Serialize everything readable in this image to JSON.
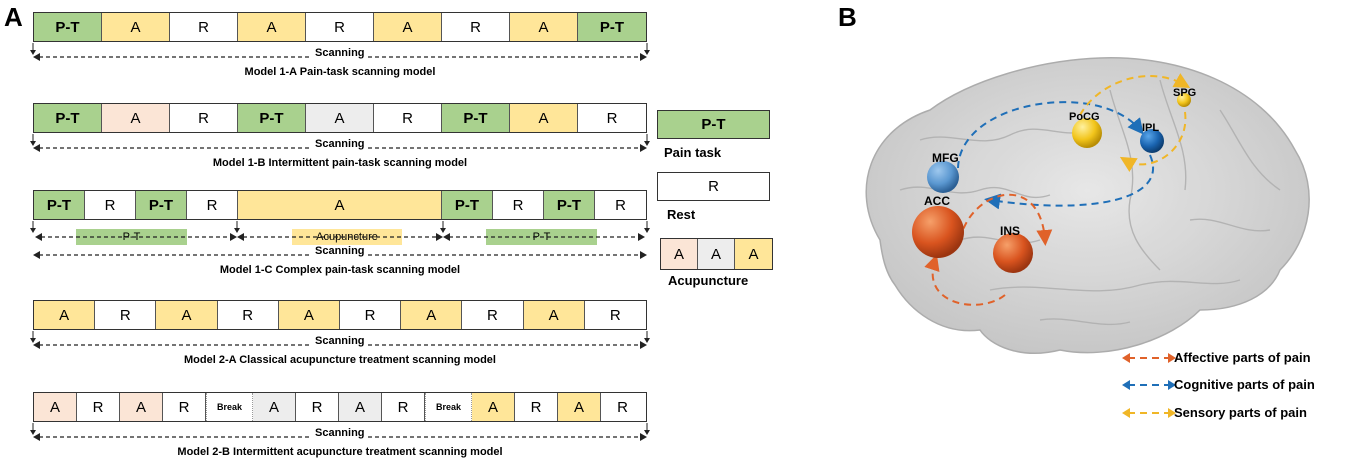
{
  "panel_a_label": "A",
  "panel_b_label": "B",
  "models": [
    {
      "caption": "Model 1-A Pain-task scanning model",
      "scan_label": "Scanning",
      "cells": [
        [
          "P-T",
          "pt"
        ],
        [
          "A",
          "a"
        ],
        [
          "R",
          "r"
        ],
        [
          "A",
          "a"
        ],
        [
          "R",
          "r"
        ],
        [
          "A",
          "a"
        ],
        [
          "R",
          "r"
        ],
        [
          "A",
          "a"
        ],
        [
          "P-T",
          "pt"
        ]
      ]
    },
    {
      "caption": "Model 1-B Intermittent pain-task scanning model",
      "scan_label": "Scanning",
      "cells": [
        [
          "P-T",
          "pt"
        ],
        [
          "A",
          "apink"
        ],
        [
          "R",
          "r"
        ],
        [
          "P-T",
          "pt"
        ],
        [
          "A",
          "agray"
        ],
        [
          "R",
          "r"
        ],
        [
          "P-T",
          "pt"
        ],
        [
          "A",
          "a"
        ],
        [
          "R",
          "r"
        ]
      ]
    },
    {
      "caption": "Model 1-C Complex pain-task scanning model",
      "scan_label": "Scanning",
      "cells_left": [
        [
          "P-T",
          "pt"
        ],
        [
          "R",
          "r"
        ],
        [
          "P-T",
          "pt"
        ],
        [
          "R",
          "r"
        ]
      ],
      "cell_mid": "A",
      "cells_right": [
        [
          "P-T",
          "pt"
        ],
        [
          "R",
          "r"
        ],
        [
          "P-T",
          "pt"
        ],
        [
          "R",
          "r"
        ]
      ],
      "bar_left": "P-T",
      "bar_mid": "Acupuncture",
      "bar_right": "P-T"
    },
    {
      "caption": "Model 2-A Classical acupuncture treatment scanning model",
      "scan_label": "Scanning",
      "cells": [
        [
          "A",
          "a"
        ],
        [
          "R",
          "r"
        ],
        [
          "A",
          "a"
        ],
        [
          "R",
          "r"
        ],
        [
          "A",
          "a"
        ],
        [
          "R",
          "r"
        ],
        [
          "A",
          "a"
        ],
        [
          "R",
          "r"
        ],
        [
          "A",
          "a"
        ],
        [
          "R",
          "r"
        ]
      ]
    },
    {
      "caption": "Model 2-B Intermittent acupuncture treatment scanning model",
      "scan_label": "Scanning",
      "cells": [
        [
          "A",
          "apink"
        ],
        [
          "R",
          "r"
        ],
        [
          "A",
          "apink"
        ],
        [
          "R",
          "r"
        ],
        [
          "Break",
          "break"
        ],
        [
          "A",
          "agray"
        ],
        [
          "R",
          "r"
        ],
        [
          "A",
          "agray"
        ],
        [
          "R",
          "r"
        ],
        [
          "Break",
          "break"
        ],
        [
          "A",
          "a"
        ],
        [
          "R",
          "r"
        ],
        [
          "A",
          "a"
        ],
        [
          "R",
          "r"
        ]
      ]
    }
  ],
  "legend": {
    "pt_box": "P-T",
    "pt_label": "Pain task",
    "r_box": "R",
    "r_label": "Rest",
    "a_boxes": [
      "A",
      "A",
      "A"
    ],
    "a_label": "Acupuncture"
  },
  "brain": {
    "regions": {
      "mfg": "MFG",
      "acc": "ACC",
      "ins": "INS",
      "pocg": "PoCG",
      "ipl": "IPL",
      "spg": "SPG"
    },
    "legend": [
      "Affective parts of pain",
      "Cognitive parts of pain",
      "Sensory parts of pain"
    ],
    "colors": {
      "affective": "#e0622a",
      "cognitive": "#1f6fb8",
      "sensory": "#f0b627"
    }
  }
}
